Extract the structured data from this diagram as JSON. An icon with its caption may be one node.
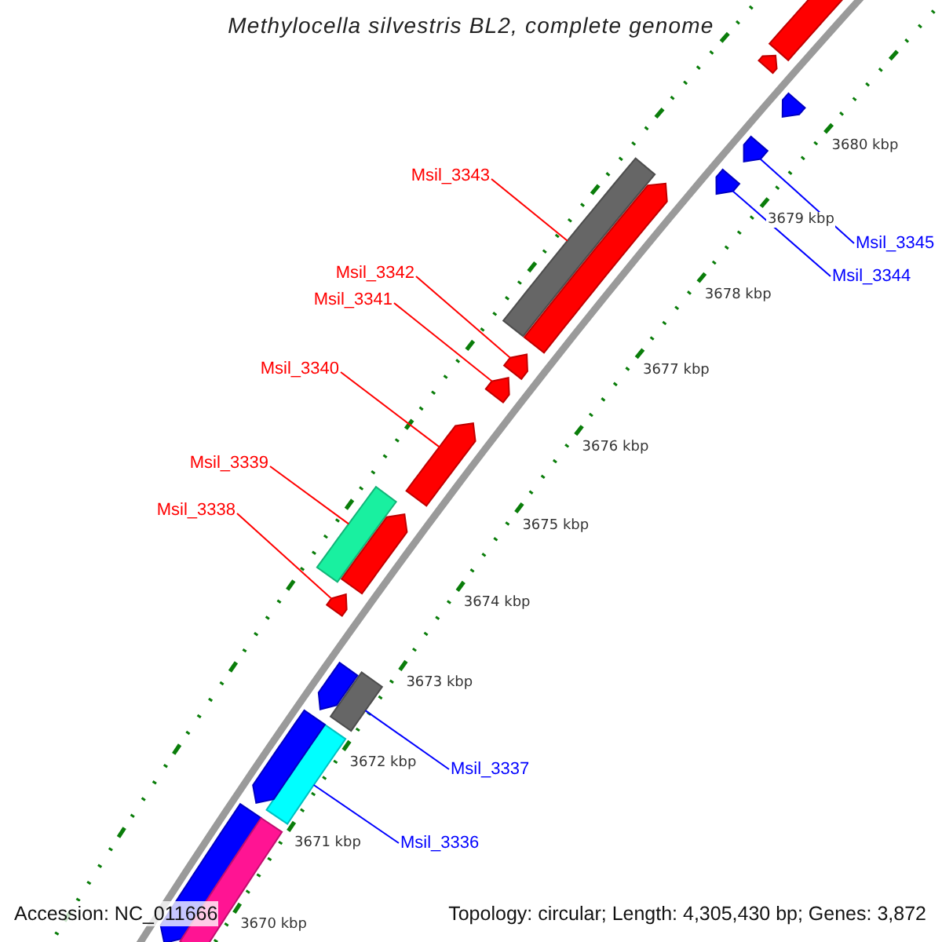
{
  "diagram": {
    "title": "Methylocella silvestris BL2, complete genome",
    "nodes": [
      {
        "text": [
          "Msil_3343"
        ]
      },
      {
        "text": [
          "Msil_3342"
        ]
      },
      {
        "text": [
          "Msil_3341"
        ]
      },
      {
        "text": [
          "Msil_3340"
        ]
      },
      {
        "text": [
          "Msil_3339"
        ]
      },
      {
        "text": [
          "Msil_3338"
        ]
      },
      {
        "text": [
          "Msil_3345"
        ]
      },
      {
        "text": [
          "Msil_3344"
        ]
      },
      {
        "text": [
          "Msil_3337"
        ]
      },
      {
        "text": [
          "Msil_3336"
        ]
      },
      {
        "text": [],
        "shape": "bar"
      },
      {
        "text": [],
        "shape": "arrow"
      },
      {
        "text": [],
        "shape": "arrow"
      },
      {
        "text": [],
        "shape": "arrow"
      },
      {
        "text": [],
        "shape": "bar"
      },
      {
        "text": [],
        "shape": "arrow"
      },
      {
        "text": [],
        "shape": "arrow"
      },
      {
        "text": [],
        "shape": "arrow"
      },
      {
        "text": [],
        "shape": "bar"
      },
      {
        "text": [],
        "shape": "bar"
      },
      {
        "text": [],
        "shape": "arrow"
      },
      {
        "text": [],
        "shape": "arrow"
      },
      {
        "text": [],
        "shape": "arrow"
      },
      {
        "text": [],
        "shape": "arrow"
      },
      {
        "text": [],
        "shape": "arrow"
      },
      {
        "text": [],
        "shape": "arrow"
      },
      {
        "text": [],
        "shape": "arrow"
      },
      {
        "text": [],
        "shape": "arrow"
      },
      {
        "text": [],
        "shape": "bar"
      }
    ],
    "edges": [
      {
        "from": 0,
        "to": 10,
        "arrow": "none"
      },
      {
        "from": 1,
        "to": 11,
        "arrow": "none"
      },
      {
        "from": 2,
        "to": 12,
        "arrow": "none"
      },
      {
        "from": 3,
        "to": 13,
        "arrow": "none"
      },
      {
        "from": 4,
        "to": 14,
        "arrow": "none"
      },
      {
        "from": 5,
        "to": 15,
        "arrow": "none"
      },
      {
        "from": 6,
        "to": 16,
        "arrow": "none",
        "color": "#0000ff"
      },
      {
        "from": 7,
        "to": 17,
        "arrow": "none",
        "color": "#0000ff"
      },
      {
        "from": 8,
        "to": 18,
        "arrow": "none",
        "color": "#0000ff"
      },
      {
        "from": 9,
        "to": 19,
        "arrow": "none",
        "color": "#0000ff"
      }
    ],
    "labels": [
      "3680 kbp",
      "3679 kbp",
      "3678 kbp",
      "3677 kbp",
      "3676 kbp",
      "3675 kbp",
      "3674 kbp",
      "3673 kbp",
      "3672 kbp",
      "3671 kbp",
      "3670 kbp",
      "Accession: NC_011666",
      "Topology: circular; Length: 4,305,430 bp; Genes: 3,872"
    ]
  }
}
